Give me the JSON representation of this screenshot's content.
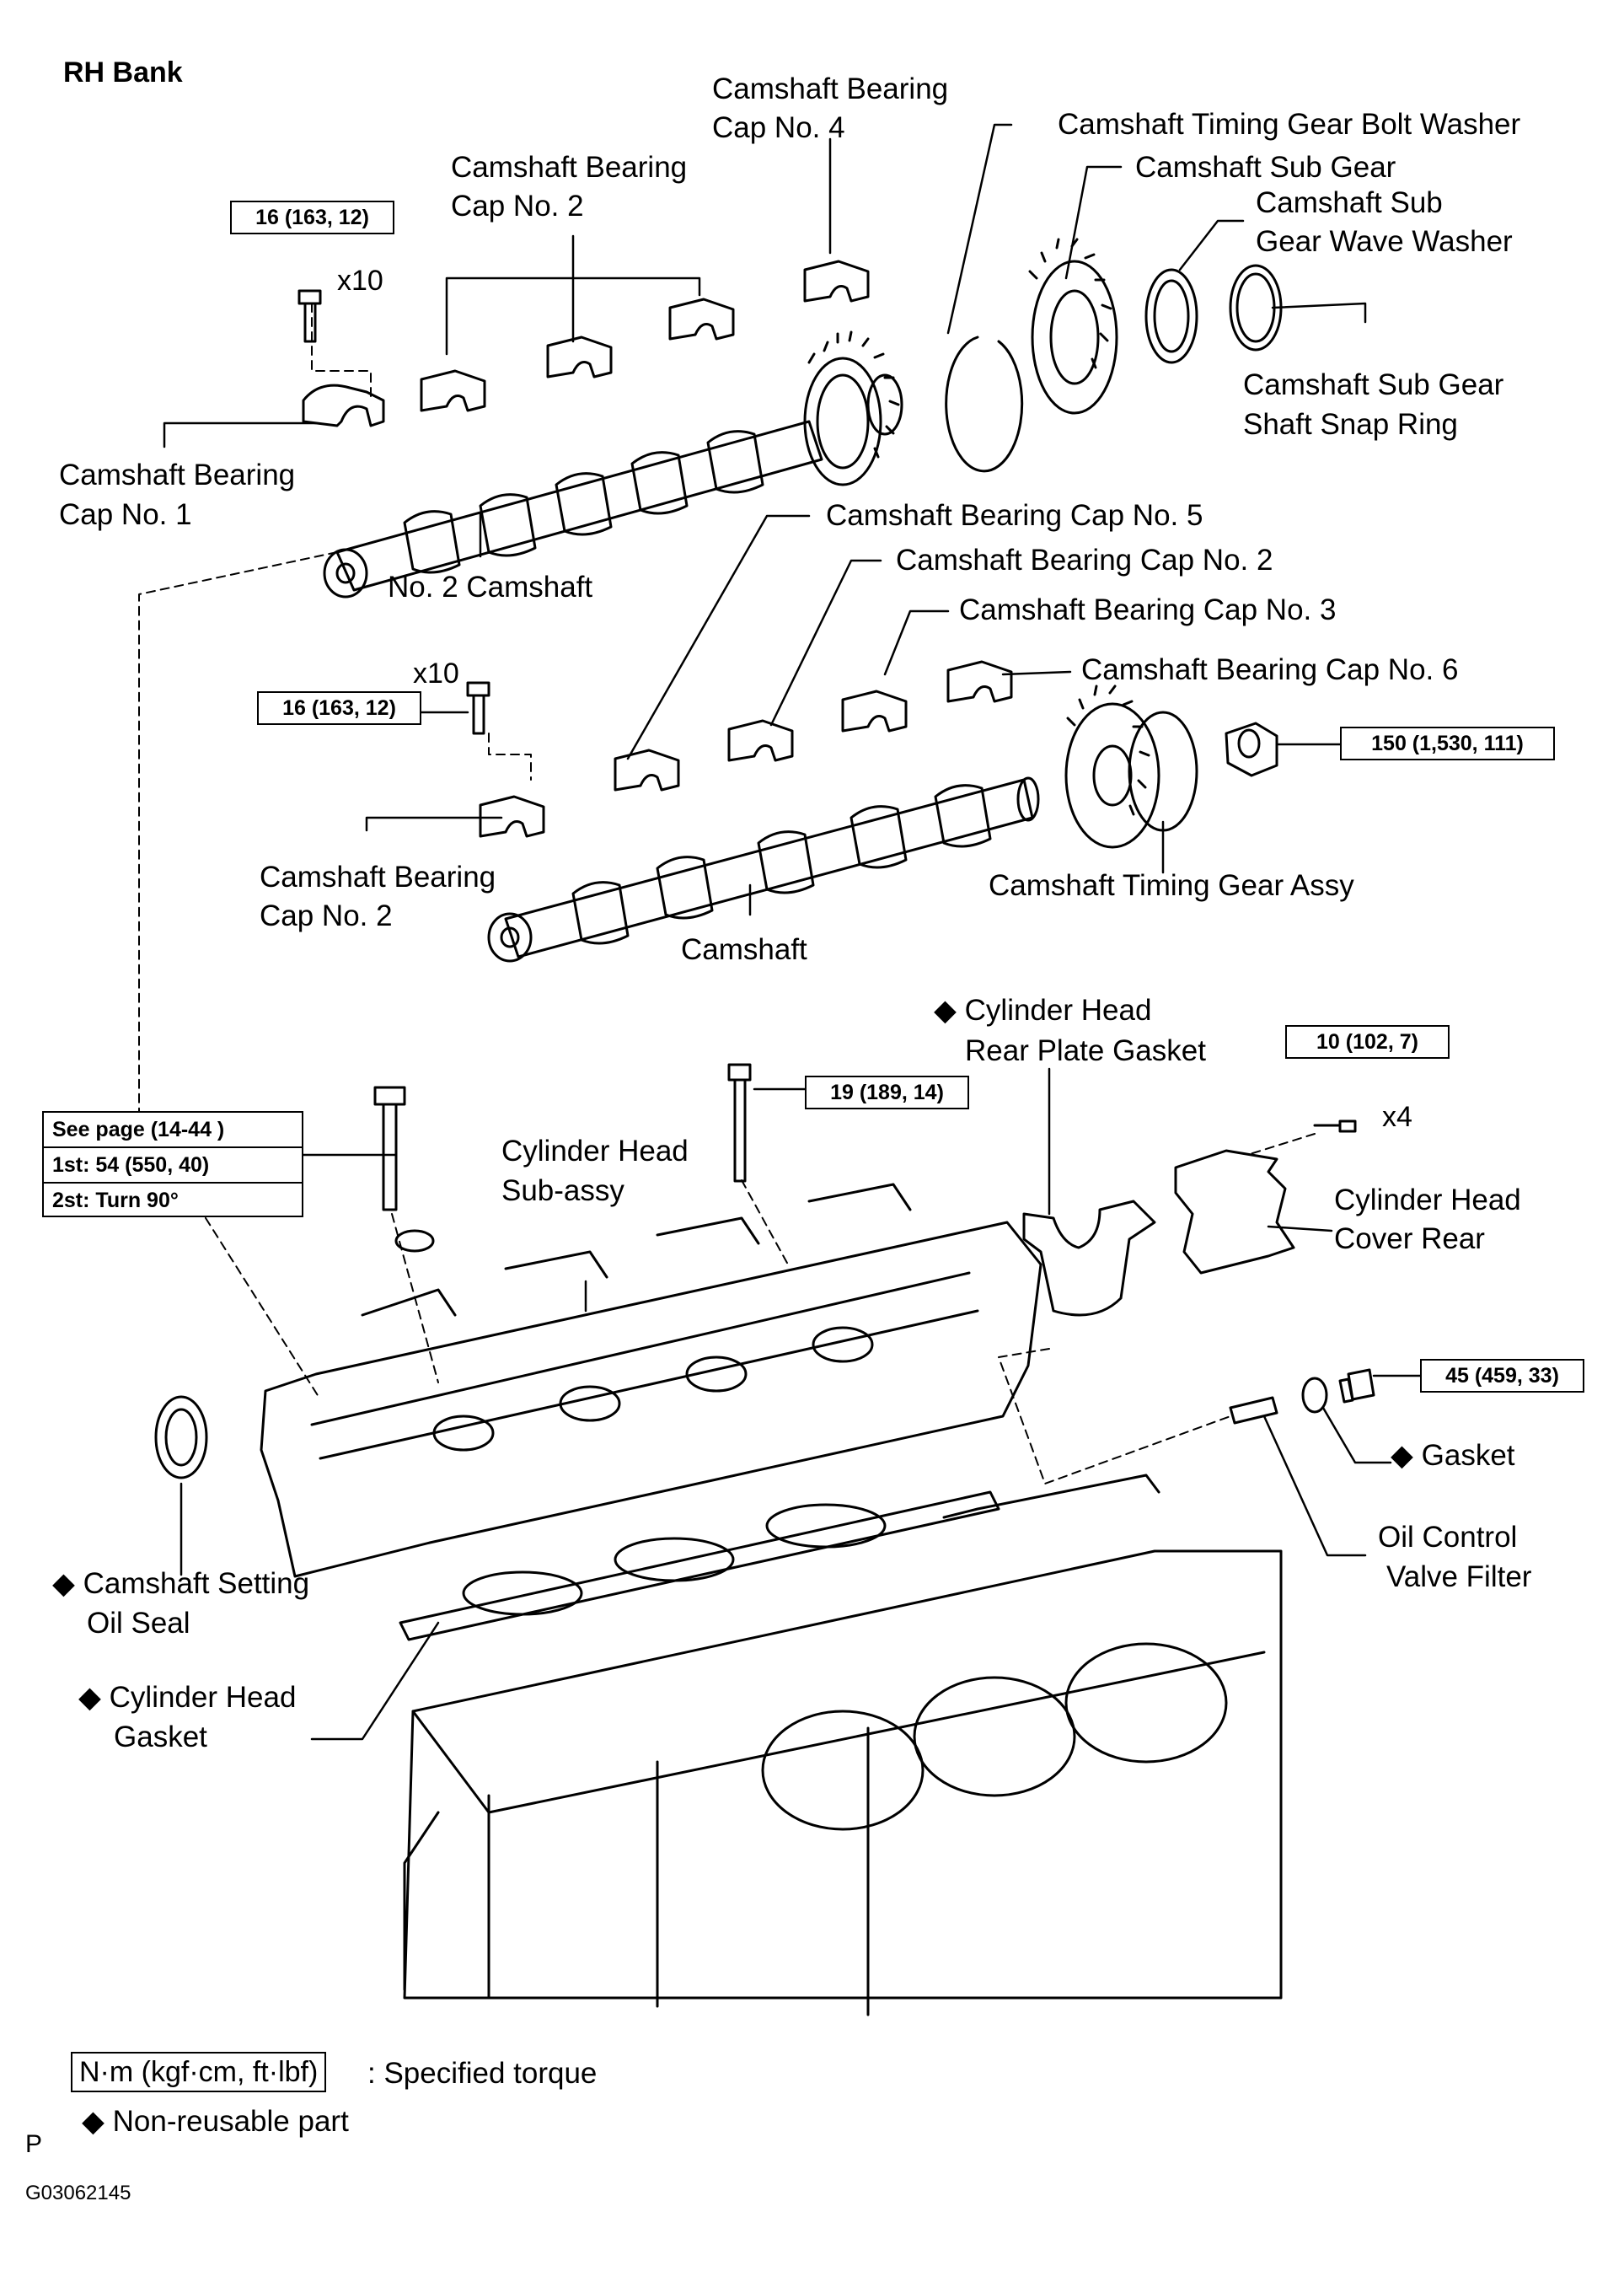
{
  "title": "RH Bank",
  "labels": {
    "cap4": [
      "Camshaft Bearing",
      "Cap No. 4"
    ],
    "cap2_top": [
      "Camshaft Bearing",
      "Cap No. 2"
    ],
    "gear_bolt_washer": "Camshaft Timing Gear Bolt Washer",
    "sub_gear": "Camshaft Sub Gear",
    "sub_gear_wave_washer": [
      "Camshaft Sub",
      "Gear Wave Washer"
    ],
    "snap_ring": [
      "Camshaft Sub Gear",
      "Shaft Snap Ring"
    ],
    "cap1": [
      "Camshaft Bearing",
      "Cap No. 1"
    ],
    "no2_camshaft": "No. 2 Camshaft",
    "cap5": "Camshaft Bearing Cap No. 5",
    "cap2_mid": "Camshaft Bearing Cap No. 2",
    "cap3": "Camshaft Bearing Cap No. 3",
    "cap6": "Camshaft Bearing Cap No. 6",
    "cap2_low": [
      "Camshaft Bearing",
      "Cap No. 2"
    ],
    "timing_gear_assy": "Camshaft Timing Gear Assy",
    "camshaft": "Camshaft",
    "rear_plate_gasket": [
      "◆ Cylinder Head",
      "Rear Plate Gasket"
    ],
    "cyl_head_sub": [
      "Cylinder Head",
      "Sub-assy"
    ],
    "cover_rear": [
      "Cylinder Head",
      "Cover Rear"
    ],
    "gasket": "◆ Gasket",
    "oil_control_filter": [
      "Oil Control",
      "Valve Filter"
    ],
    "setting_oil_seal": [
      "◆ Camshaft Setting",
      "Oil Seal"
    ],
    "head_gasket": [
      "◆ Cylinder Head",
      "Gasket"
    ]
  },
  "quantities": {
    "q1": "x10",
    "q2": "x10",
    "q3": "x4"
  },
  "torques": {
    "t1": "16 (163, 12)",
    "t2": "16 (163, 12)",
    "t3": "150 (1,530, 111)",
    "t4": "19 (189, 14)",
    "t5": "10 (102, 7)",
    "t6": "45 (459, 33)",
    "see_page": {
      "rows": [
        "See page (14-44 )",
        "1st: 54 (550, 40)",
        "2st: Turn 90°"
      ]
    }
  },
  "legend": {
    "torque_box": "N·m (kgf·cm, ft·lbf)",
    "torque_text": ": Specified torque",
    "nonreusable": "◆ Non-reusable part"
  },
  "footer": {
    "mark": "P",
    "code": "G03062145"
  }
}
